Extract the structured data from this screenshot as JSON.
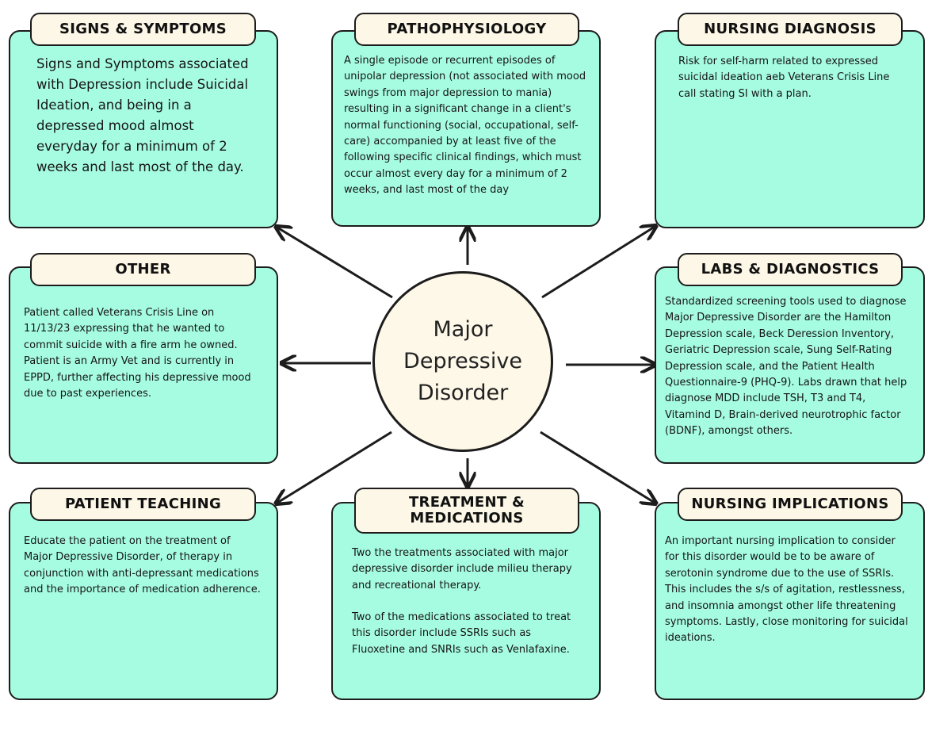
{
  "center": {
    "title": "Major Depressive Disorder"
  },
  "boxes": {
    "signs": {
      "heading": "SIGNS & SYMPTOMS",
      "text": "Signs and Symptoms associated with Depression include Suicidal Ideation, and being in a depressed mood almost everyday for a minimum of 2 weeks and last most of the day."
    },
    "patho": {
      "heading": "PATHOPHYSIOLOGY",
      "text": "A single episode or recurrent episodes of unipolar depression (not associated with mood swings from major depression to mania) resulting in a significant change in a client's normal functioning (social, occupational, self-care) accompanied by at least five of the following specific clinical findings, which must occur almost every day for a minimum of 2 weeks, and last most of the day"
    },
    "diagnosis": {
      "heading": "NURSING DIAGNOSIS",
      "text": "Risk for self-harm related to expressed suicidal ideation aeb Veterans Crisis Line call stating SI with a plan."
    },
    "other": {
      "heading": "OTHER",
      "text": "Patient called Veterans Crisis Line on 11/13/23 expressing that he wanted to commit suicide with a fire arm he owned. Patient is an Army Vet and is currently in EPPD, further affecting his depressive mood due to past experiences."
    },
    "labs": {
      "heading": "LABS & DIAGNOSTICS",
      "text": "Standardized screening tools used to diagnose Major Depressive Disorder are the Hamilton Depression scale, Beck Deression Inventory, Geriatric Depression scale, Sung Self-Rating Depression scale, and the Patient Health Questionnaire-9 (PHQ-9). Labs drawn that help diagnose MDD include TSH, T3 and T4, Vitamind D, Brain-derived neurotrophic factor (BDNF), amongst others."
    },
    "teaching": {
      "heading": "PATIENT TEACHING",
      "text": "Educate the patient on the treatment of Major Depressive Disorder, of therapy in conjunction with anti-depressant medications and the importance of medication adherence."
    },
    "treatment": {
      "heading": "TREATMENT & MEDICATIONS",
      "text1": "Two the treatments associated with major depressive disorder include milieu therapy and recreational therapy.",
      "text2": "Two of the medications associated to treat this disorder include SSRIs such as Fluoxetine and SNRIs such as Venlafaxine."
    },
    "implications": {
      "heading": "NURSING IMPLICATIONS",
      "text": "An important nursing implication to consider for this disorder would be to be aware of serotonin syndrome due to the use of SSRIs. This includes the s/s of agitation, restlessness, and insomnia amongst other life threatening symptoms. Lastly, close monitoring for suicidal ideations."
    }
  },
  "colors": {
    "card": "#a6fce0",
    "tab": "#fcf7e6",
    "border": "#1c1c1c",
    "center": "#fdf8e8"
  }
}
